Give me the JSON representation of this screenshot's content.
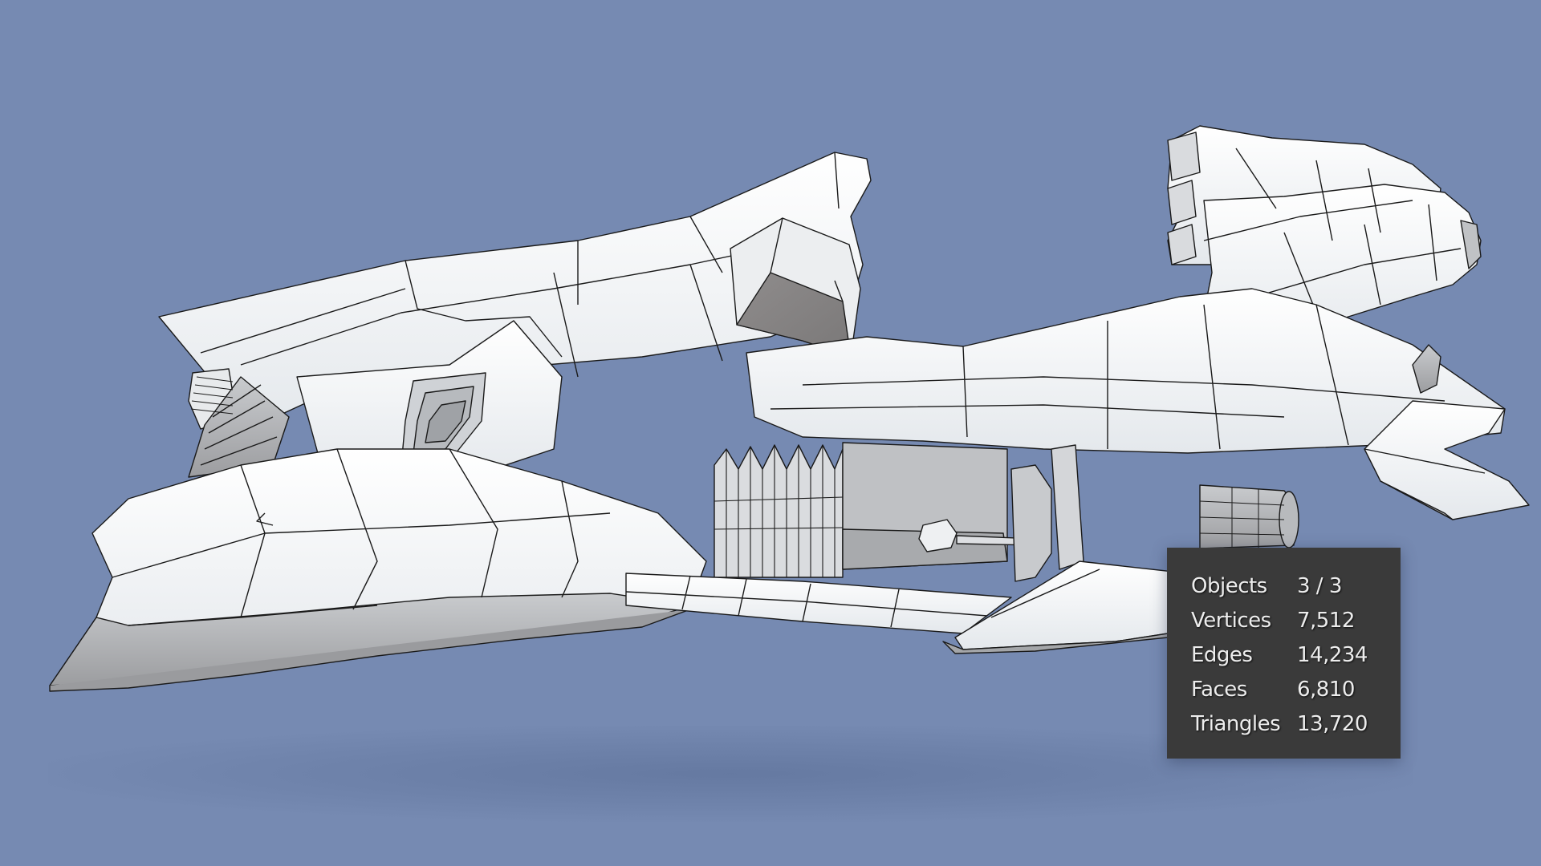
{
  "viewport": {
    "background_color": "#768AB2",
    "mesh_face_color": "#F2F4F6",
    "mesh_shadow_color": "#8E8E90",
    "wire_color": "#1A1A1A"
  },
  "stats": {
    "rows": [
      {
        "label": "Objects",
        "value": "3 / 3"
      },
      {
        "label": "Vertices",
        "value": "7,512"
      },
      {
        "label": "Edges",
        "value": "14,234"
      },
      {
        "label": "Faces",
        "value": "6,810"
      },
      {
        "label": "Triangles",
        "value": "13,720"
      }
    ],
    "background_color": "#3A3A3A",
    "text_color": "#EDEDED"
  }
}
